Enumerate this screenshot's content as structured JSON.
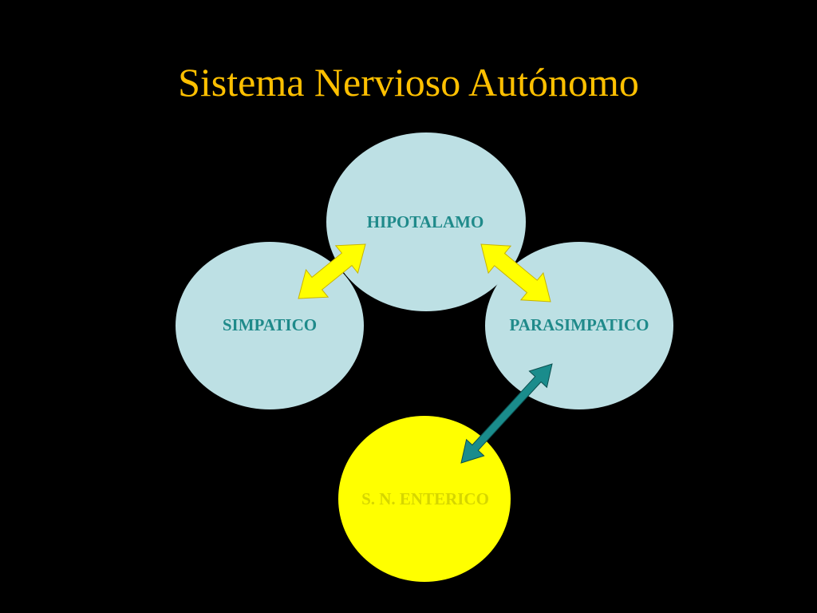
{
  "slide": {
    "title": "Sistema Nervioso Autónomo"
  },
  "nodes": {
    "hipotalamo": {
      "label": "HIPOTALAMO",
      "fill": "#bde0e4",
      "text_color": "#1f8a8a"
    },
    "simpatico": {
      "label": "SIMPATICO",
      "fill": "#bde0e4",
      "text_color": "#1f8a8a"
    },
    "parasimpatico": {
      "label": "PARASIMPATICO",
      "fill": "#bde0e4",
      "text_color": "#1f8a8a"
    },
    "enterico": {
      "label": "S. N. ENTERICO",
      "fill": "#ffff00",
      "text_color": "#d6d600"
    }
  },
  "colors": {
    "background": "#000000",
    "title": "#ffc000",
    "arrow_yellow": "#ffff00",
    "arrow_yellow_stroke": "#c8b400",
    "arrow_teal": "#1a8c8c",
    "arrow_teal_stroke": "#0c4f4f"
  },
  "connections": [
    {
      "from": "simpatico",
      "to": "hipotalamo",
      "style": "double-arrow",
      "color": "yellow"
    },
    {
      "from": "hipotalamo",
      "to": "parasimpatico",
      "style": "double-arrow",
      "color": "yellow"
    },
    {
      "from": "enterico",
      "to": "parasimpatico",
      "style": "double-arrow",
      "color": "teal"
    }
  ]
}
